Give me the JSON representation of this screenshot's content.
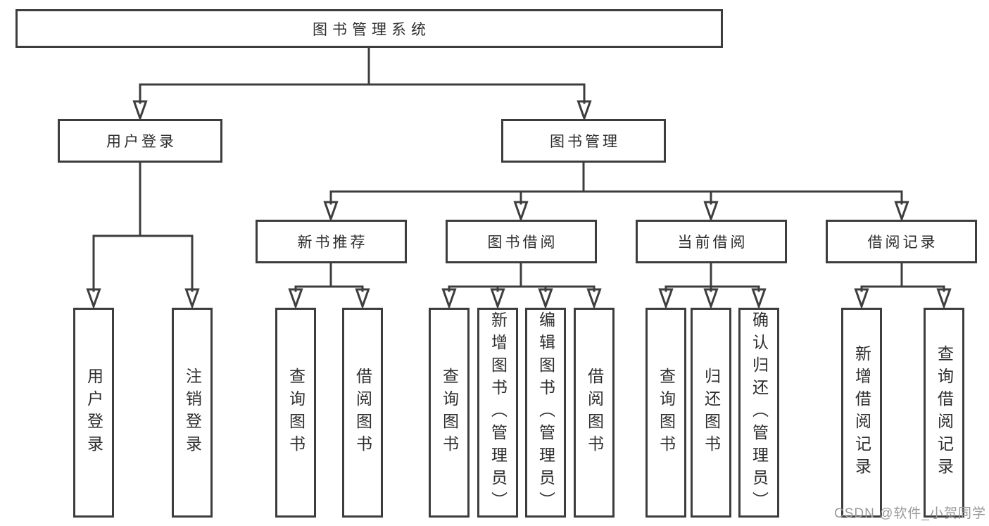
{
  "diagram": {
    "type": "tree",
    "title": "图书管理系统",
    "root": {
      "label": "图书管理系统"
    },
    "branches": {
      "login": {
        "label": "用户登录",
        "children": [
          {
            "label": "用户登录"
          },
          {
            "label": "注销登录"
          }
        ]
      },
      "management": {
        "label": "图书管理",
        "groups": [
          {
            "label": "新书推荐",
            "children": [
              {
                "label": "查询图书"
              },
              {
                "label": "借阅图书"
              }
            ]
          },
          {
            "label": "图书借阅",
            "children": [
              {
                "label": "查询图书"
              },
              {
                "label": "新增图书（管理员）"
              },
              {
                "label": "编辑图书（管理员）"
              },
              {
                "label": "借阅图书"
              }
            ]
          },
          {
            "label": "当前借阅",
            "children": [
              {
                "label": "查询图书"
              },
              {
                "label": "归还图书"
              },
              {
                "label": "确认归还（管理员）"
              }
            ]
          },
          {
            "label": "借阅记录",
            "children": [
              {
                "label": "新增借阅记录"
              },
              {
                "label": "查询借阅记录"
              }
            ]
          }
        ]
      }
    },
    "colors": {
      "line": "#3d3d3d",
      "box_border": "#3d3d3d",
      "box_fill": "#ffffff",
      "text": "#2e2e2e",
      "watermark": "#9a9a9a",
      "background": "#ffffff"
    }
  },
  "watermark": {
    "text": "CSDN @软件_小贺同学"
  }
}
